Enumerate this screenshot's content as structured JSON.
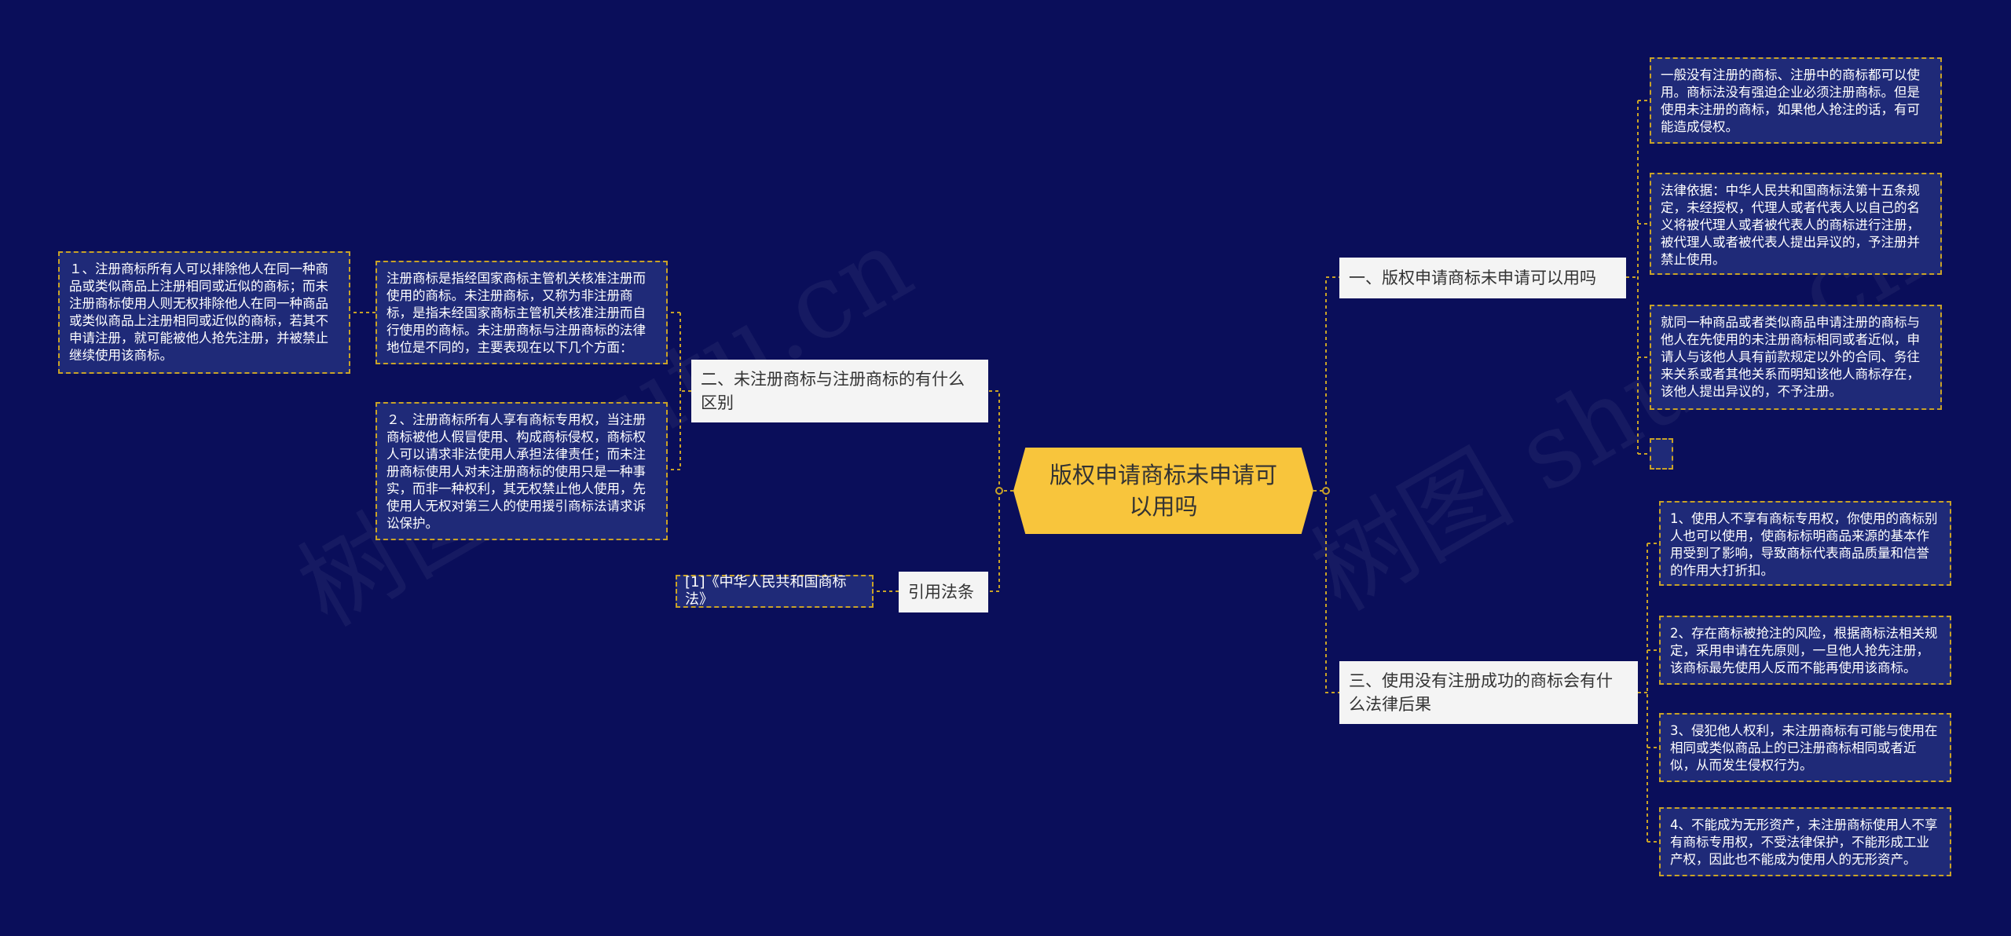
{
  "root": {
    "title": "版权申请商标未申请可以用吗"
  },
  "watermarks": [
    "树图 shutu.cn",
    "树图 shutu.cn"
  ],
  "branches": {
    "b1": {
      "title": "一、版权申请商标未申请可以用吗",
      "leaves": [
        "一般没有注册的商标、注册中的商标都可以使用。商标法没有强迫企业必须注册商标。但是使用未注册的商标，如果他人抢注的话，有可能造成侵权。",
        "法律依据：中华人民共和国商标法第十五条规定，未经授权，代理人或者代表人以自己的名义将被代理人或者被代表人的商标进行注册，被代理人或者被代表人提出异议的，予注册并禁止使用。",
        "就同一种商品或者类似商品申请注册的商标与他人在先使用的未注册商标相同或者近似，申请人与该他人具有前款规定以外的合同、务往来关系或者其他关系而明知该他人商标存在，该他人提出异议的，不予注册。",
        ""
      ]
    },
    "b2": {
      "title": "三、使用没有注册成功的商标会有什么法律后果",
      "leaves": [
        "1、使用人不享有商标专用权，你使用的商标别人也可以使用，使商标标明商品来源的基本作用受到了影响，导致商标代表商品质量和信誉的作用大打折扣。",
        "2、存在商标被抢注的风险，根据商标法相关规定，采用申请在先原则，一旦他人抢先注册，该商标最先使用人反而不能再使用该商标。",
        "3、侵犯他人权利，未注册商标有可能与使用在相同或类似商品上的已注册商标相同或者近似，从而发生侵权行为。",
        "4、不能成为无形资产，未注册商标使用人不享有商标专用权，不受法律保护，不能形成工业产权，因此也不能成为使用人的无形资产。"
      ]
    },
    "b3": {
      "title": "二、未注册商标与注册商标的有什么区别",
      "leaves": [
        "注册商标是指经国家商标主管机关核准注册而使用的商标。未注册商标，又称为非注册商标，是指未经国家商标主管机关核准注册而自行使用的商标。未注册商标与注册商标的法律地位是不同的，主要表现在以下几个方面：",
        "２、注册商标所有人享有商标专用权，当注册商标被他人假冒使用、构成商标侵权，商标权人可以请求非法使用人承担法律责任；而未注册商标使用人对未注册商标的使用只是一种事实，而非一种权利，其无权禁止他人使用，先使用人无权对第三人的使用援引商标法请求诉讼保护。"
      ],
      "sub_leaf": "１、注册商标所有人可以排除他人在同一种商品或类似商品上注册相同或近似的商标；而未注册商标使用人则无权排除他人在同一种商品或类似商品上注册相同或近似的商标，若其不申请注册，就可能被他人抢先注册，并被禁止继续使用该商标。"
    },
    "b4": {
      "title": "引用法条",
      "leaves": [
        "[1]《中华人民共和国商标法》"
      ]
    }
  },
  "colors": {
    "background": "#0a0e5a",
    "root": "#f8c53c",
    "branch": "#f4f4f4",
    "leaf": "#1f2a78",
    "connector": "#c9a227"
  }
}
